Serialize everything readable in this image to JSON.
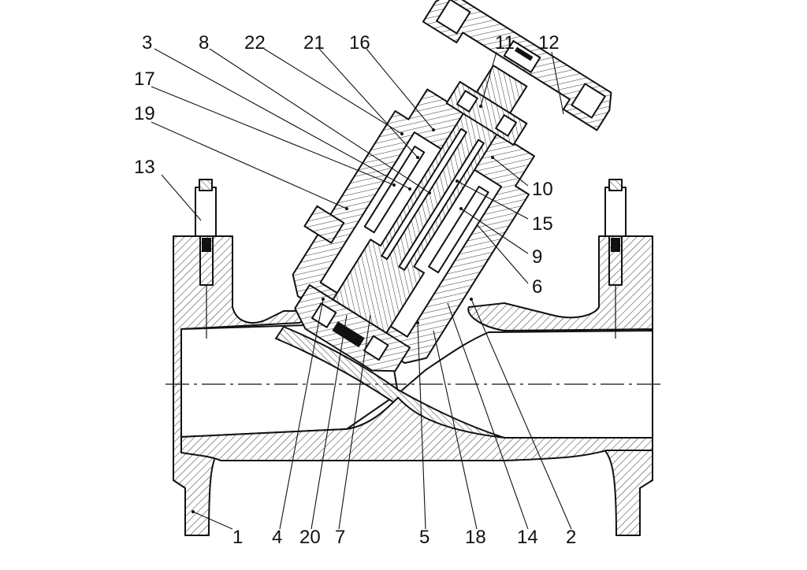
{
  "diagram": {
    "labels": [
      {
        "id": "lbl-3",
        "text": "3"
      },
      {
        "id": "lbl-8",
        "text": "8"
      },
      {
        "id": "lbl-22",
        "text": "22"
      },
      {
        "id": "lbl-21",
        "text": "21"
      },
      {
        "id": "lbl-16",
        "text": "16"
      },
      {
        "id": "lbl-11",
        "text": "11"
      },
      {
        "id": "lbl-12",
        "text": "12"
      },
      {
        "id": "lbl-17",
        "text": "17"
      },
      {
        "id": "lbl-19",
        "text": "19"
      },
      {
        "id": "lbl-13",
        "text": "13"
      },
      {
        "id": "lbl-10",
        "text": "10"
      },
      {
        "id": "lbl-15",
        "text": "15"
      },
      {
        "id": "lbl-9",
        "text": "9"
      },
      {
        "id": "lbl-6",
        "text": "6"
      },
      {
        "id": "lbl-1",
        "text": "1"
      },
      {
        "id": "lbl-4",
        "text": "4"
      },
      {
        "id": "lbl-20",
        "text": "20"
      },
      {
        "id": "lbl-7",
        "text": "7"
      },
      {
        "id": "lbl-5",
        "text": "5"
      },
      {
        "id": "lbl-18",
        "text": "18"
      },
      {
        "id": "lbl-14",
        "text": "14"
      },
      {
        "id": "lbl-2",
        "text": "2"
      }
    ]
  }
}
